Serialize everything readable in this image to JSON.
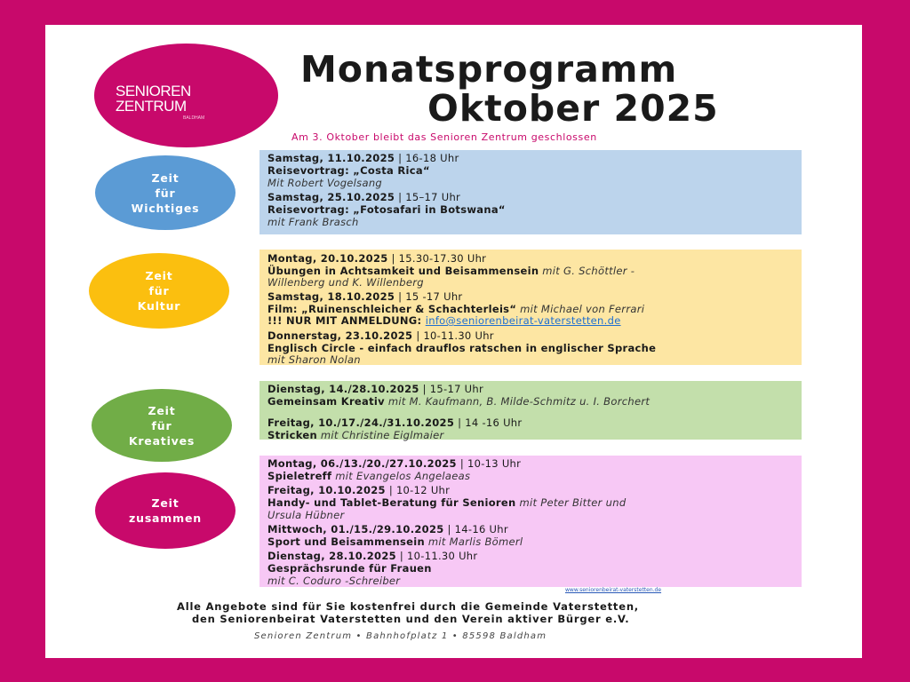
{
  "logo": {
    "line1": "SENIOREN",
    "line2": "ZENTRUM",
    "sub": "BALDHAM"
  },
  "title": {
    "line1": "Monatsprogramm",
    "line2": "Oktober 2025"
  },
  "notice": "Am 3. Oktober bleibt das Senioren Zentrum geschlossen",
  "categories": [
    {
      "label_lines": [
        "Zeit",
        "für",
        "Wichtiges"
      ],
      "color": "#5b9bd5",
      "box_color": "#bcd4ec"
    },
    {
      "label_lines": [
        "Zeit",
        "für",
        "Kultur"
      ],
      "color": "#fbbf0f",
      "box_color": "#fde6a3"
    },
    {
      "label_lines": [
        "Zeit",
        "für",
        "Kreatives"
      ],
      "color": "#71ad47",
      "box_color": "#c3dfab"
    },
    {
      "label_lines": [
        "Zeit",
        "zusammen"
      ],
      "color": "#c8096b",
      "box_color": "#f7c8f5"
    }
  ],
  "wichtiges": {
    "e1": {
      "date": "Samstag, 11.10.2025",
      "time": " | 16-18 Uhr",
      "title": "Reisevortrag: „Costa Rica“",
      "by": "Mit Robert Vogelsang"
    },
    "e2": {
      "date": "Samstag, 25.10.2025",
      "time": " | 15–17 Uhr",
      "title": "Reisevortrag: „Fotosafari in Botswana“",
      "by": "mit Frank Brasch"
    }
  },
  "kultur": {
    "e1": {
      "date": "Montag, 20.10.2025",
      "time": " | 15.30-17.30 Uhr",
      "title": "Übungen in Achtsamkeit und Beisammensein",
      "by": " mit G. Schöttler -",
      "by2": "Willenberg und K. Willenberg"
    },
    "e2": {
      "date": "Samstag, 18.10.2025",
      "time": " | 15 -17 Uhr",
      "title": "Film: „Ruinenschleicher & Schachterleis“",
      "by": " mit Michael von Ferrari",
      "note": "!!! NUR MIT ANMELDUNG: ",
      "email": "info@seniorenbeirat-vaterstetten.de"
    },
    "e3": {
      "date": "Donnerstag, 23.10.2025",
      "time": " | 10-11.30 Uhr",
      "title": "Englisch Circle  - einfach drauflos ratschen in englischer Sprache",
      "by": "mit Sharon Nolan"
    }
  },
  "kreatives": {
    "e1": {
      "date": "Dienstag, 14./28.10.2025",
      "time": " | 15-17 Uhr",
      "title": "Gemeinsam Kreativ",
      "by": " mit M. Kaufmann, B. Milde-Schmitz u. I. Borchert"
    },
    "e2": {
      "date": "Freitag, 10./17./24./31.10.2025",
      "time": " | 14 -16 Uhr",
      "title": "Stricken",
      "by": "  mit Christine Eiglmaier"
    }
  },
  "zusammen": {
    "e1": {
      "date": "Montag, 06./13./20./27.10.2025",
      "time": " | 10-13 Uhr",
      "title": "Spieletreff",
      "by": " mit Evangelos Angelaeas"
    },
    "e2": {
      "date": "Freitag, 10.10.2025",
      "time": " | 10-12 Uhr",
      "title": "Handy- und Tablet-Beratung für Senioren",
      "by": " mit Peter Bitter und",
      "by2": "Ursula Hübner"
    },
    "e3": {
      "date": "Mittwoch, 01./15./29.10.2025",
      "time": " | 14-16 Uhr",
      "title": "Sport und Beisammensein",
      "by": " mit Marlis Bömerl"
    },
    "e4": {
      "date": "Dienstag, 28.10.2025",
      "time": " | 10-11.30 Uhr",
      "title": "Gesprächsrunde für Frauen",
      "by": "mit C. Coduro -Schreiber"
    }
  },
  "footer": {
    "line1": "Alle Angebote sind für Sie kostenfrei durch die Gemeinde Vaterstetten,",
    "line2": "den Seniorenbeirat Vaterstetten und den Verein aktiver Bürger e.V.",
    "address": "Senioren Zentrum • Bahnhofplatz 1 • 85598 Baldham",
    "web": "www.seniorenbeirat-vaterstetten.de"
  }
}
